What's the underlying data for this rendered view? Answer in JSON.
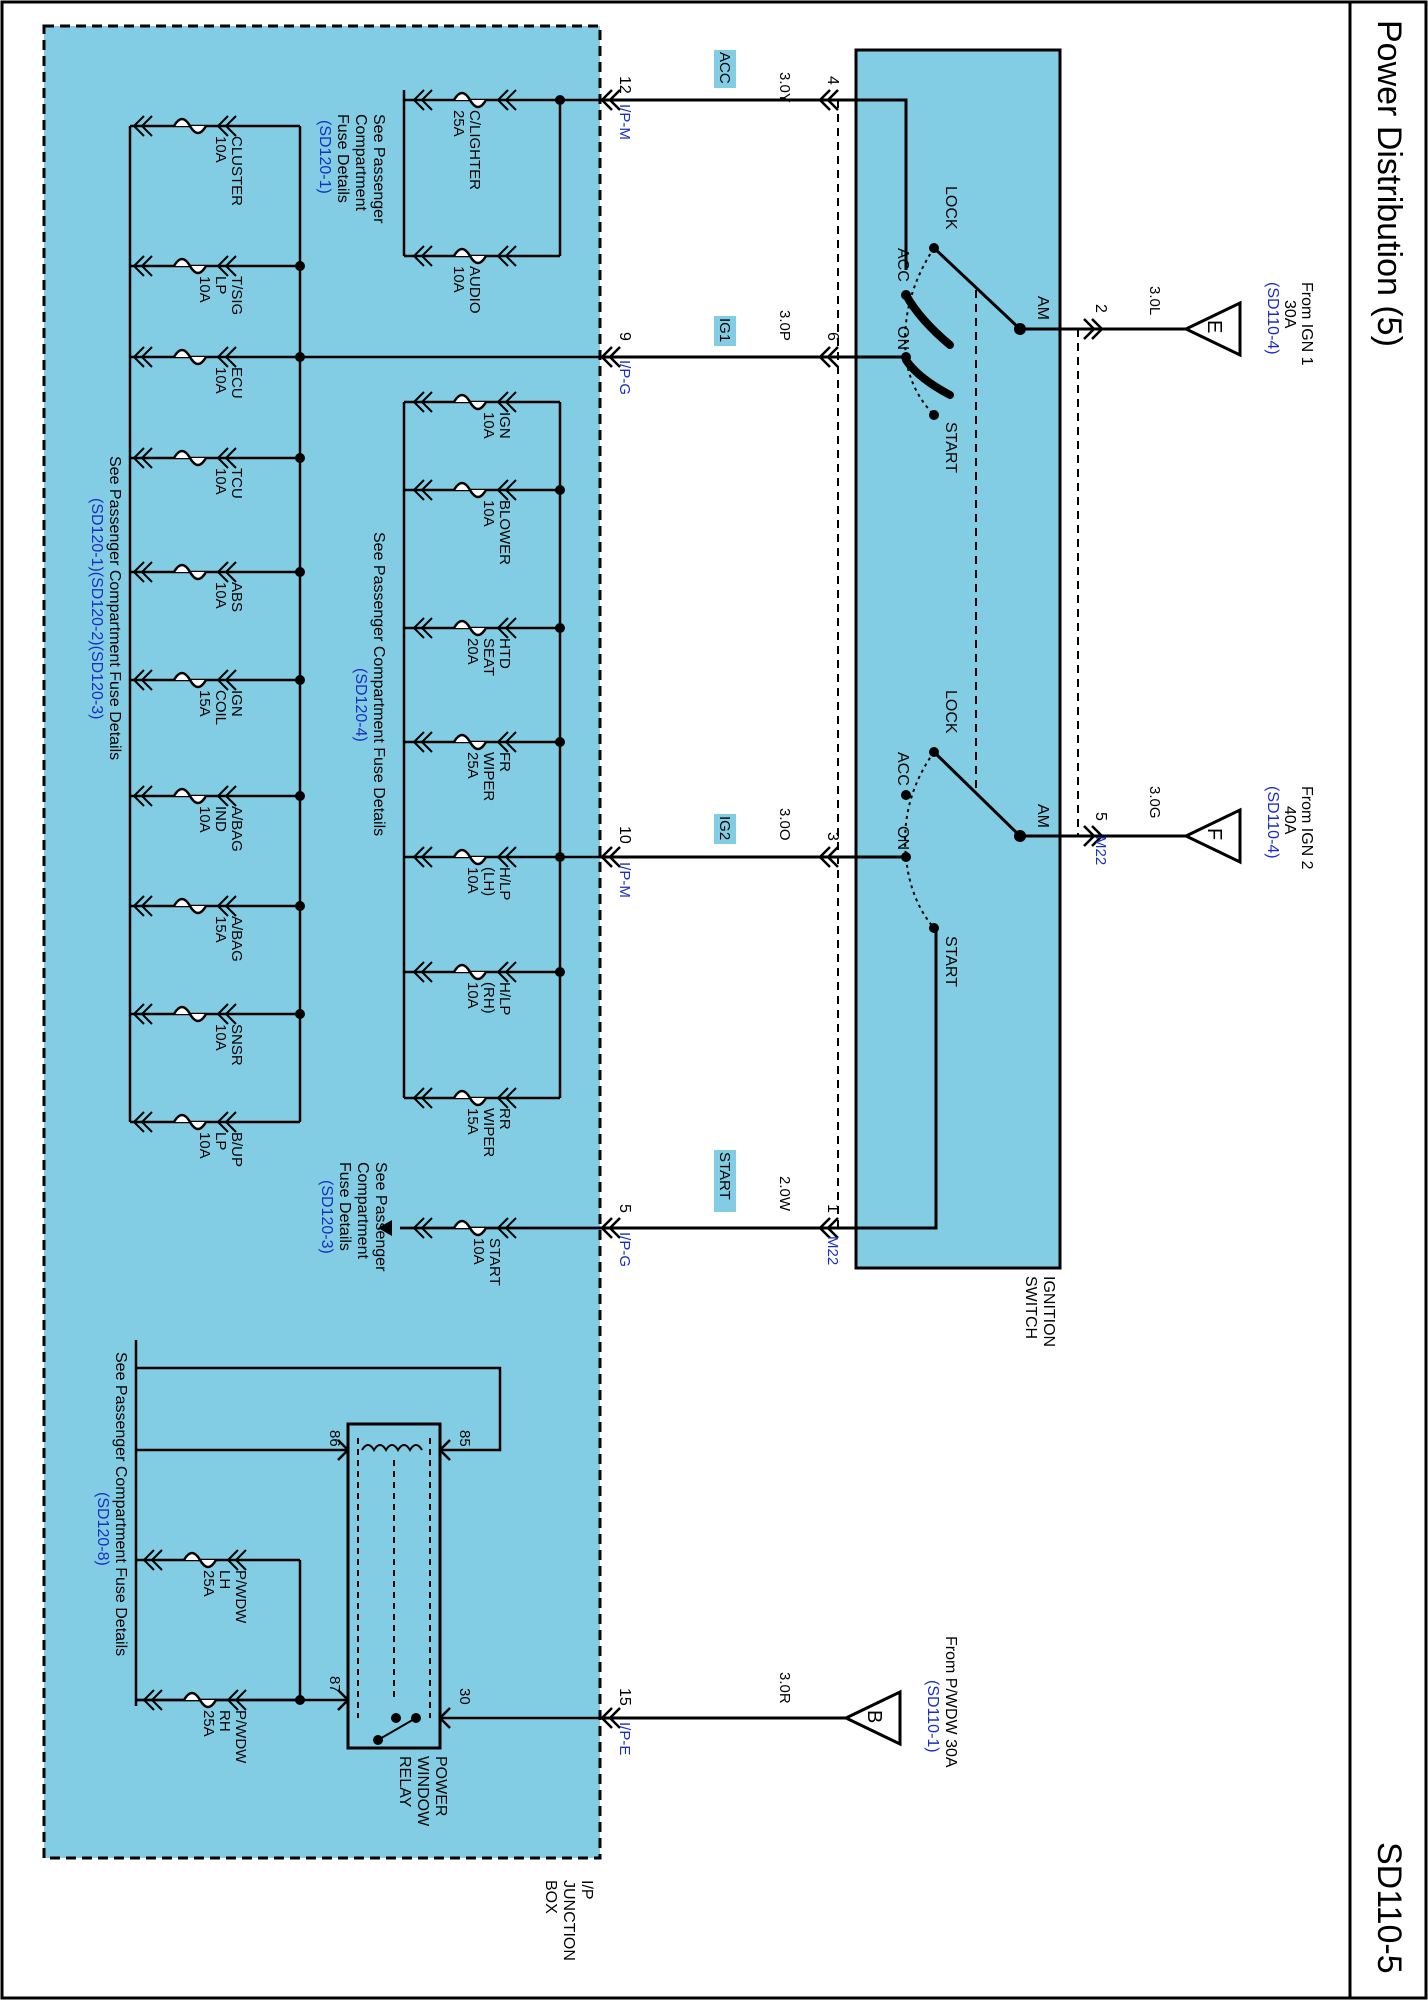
{
  "header": {
    "title": "Power Distribution (5)",
    "page_number": "SD110-5"
  },
  "junction_box": {
    "line1": "I/P",
    "line2": "JUNCTION",
    "line3": "BOX"
  },
  "ignition_switch": {
    "line1": "IGNITION",
    "line2": "SWITCH"
  },
  "sources": {
    "e": {
      "letter": "E",
      "line1": "From IGN 1",
      "line2": "30A",
      "ref": "(SD110-4)"
    },
    "f": {
      "letter": "F",
      "line1": "From IGN 2",
      "line2": "40A",
      "ref": "(SD110-4)"
    },
    "b": {
      "letter": "B",
      "line1": "From P/WDW 30A",
      "ref": "(SD110-1)"
    }
  },
  "wires": {
    "acc": {
      "label": "ACC",
      "color": "3.0Y"
    },
    "ig1": {
      "label": "IG1",
      "color": "3.0P"
    },
    "ig2": {
      "label": "IG2",
      "color": "3.0O"
    },
    "start": {
      "label": "START",
      "color": "2.0W"
    },
    "pwdw": {
      "color": "3.0R"
    },
    "ign1": {
      "color": "3.0L"
    },
    "ign2": {
      "color": "3.0G"
    }
  },
  "pins": {
    "sw_acc": "4",
    "sw_ig1": "6",
    "sw_ig2": "3",
    "sw_start": "1",
    "sw_am1": "2",
    "sw_am2": "5",
    "jb_acc": "12",
    "jb_ig1": "9",
    "jb_ig2": "10",
    "jb_start": "5",
    "jb_pwdw": "15",
    "m22": "M22",
    "ipm": "I/P-M",
    "ipg": "I/P-G",
    "ipe": "I/P-E"
  },
  "switch": {
    "lock": "LOCK",
    "acc": "ACC",
    "on": "ON",
    "start": "START",
    "am": "AM"
  },
  "fuses": {
    "acc": [
      {
        "name": "C/LIGHTER",
        "rating": "25A"
      },
      {
        "name": "AUDIO",
        "rating": "10A"
      }
    ],
    "ig1": [
      {
        "name": "CLUSTER",
        "rating": "10A"
      },
      {
        "name": "T/SIG LP",
        "rating": "10A"
      },
      {
        "name": "ECU",
        "rating": "10A"
      },
      {
        "name": "TCU",
        "rating": "10A"
      },
      {
        "name": "ABS",
        "rating": "10A"
      },
      {
        "name": "IGN COIL",
        "rating": "15A"
      },
      {
        "name": "A/BAG IND",
        "rating": "10A"
      },
      {
        "name": "A/BAG",
        "rating": "15A"
      },
      {
        "name": "SNSR",
        "rating": "10A"
      },
      {
        "name": "B/UP LP",
        "rating": "10A"
      }
    ],
    "ig2": [
      {
        "name": "IGN",
        "rating": "10A"
      },
      {
        "name": "BLOWER",
        "rating": "10A"
      },
      {
        "name": "HTD SEAT",
        "rating": "20A"
      },
      {
        "name": "FR WIPER",
        "rating": "25A"
      },
      {
        "name": "H/LP (LH)",
        "rating": "10A"
      },
      {
        "name": "H/LP (RH)",
        "rating": "10A"
      },
      {
        "name": "RR WIPER",
        "rating": "15A"
      }
    ],
    "start": [
      {
        "name": "START",
        "rating": "10A"
      }
    ],
    "pwdw": [
      {
        "name": "P/WDW LH",
        "rating": "25A"
      },
      {
        "name": "P/WDW RH",
        "rating": "25A"
      }
    ]
  },
  "relay": {
    "line1": "POWER",
    "line2": "WINDOW",
    "line3": "RELAY",
    "pin85": "85",
    "pin86": "86",
    "pin87": "87",
    "pin30": "30"
  },
  "notes": {
    "acc": {
      "line1": "See Passenger",
      "line2": "Compartment",
      "line3": "Fuse Details",
      "ref": "(SD120-1)"
    },
    "ig2": {
      "line1": "See Passenger Compartment Fuse Details",
      "ref": "(SD120-4)"
    },
    "ig1": {
      "line1": "See Passenger Compartment Fuse Details",
      "ref": "(SD120-1)(SD120-2)(SD120-3)"
    },
    "start": {
      "line1": "See Passenger",
      "line2": "Compartment",
      "line3": "Fuse Details",
      "ref": "(SD120-3)"
    },
    "pwdw": {
      "line1": "See Passenger Compartment Fuse Details",
      "ref": "(SD120-8)"
    }
  }
}
